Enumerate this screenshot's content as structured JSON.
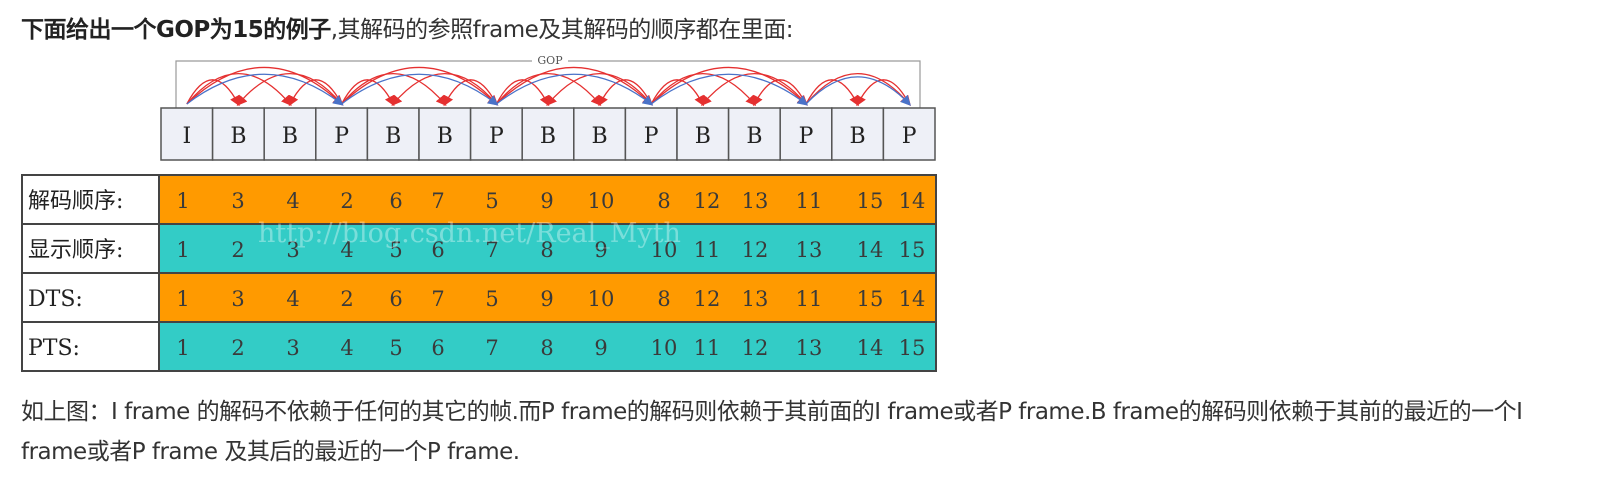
{
  "intro": {
    "bold": "下面给出一个GOP为15的例子",
    "rest": ",其解码的参照frame及其解码的顺序都在里面:"
  },
  "figure": {
    "gop_label": "GOP",
    "frames": [
      "I",
      "B",
      "B",
      "P",
      "B",
      "B",
      "P",
      "B",
      "B",
      "P",
      "B",
      "B",
      "P",
      "B",
      "P"
    ],
    "watermark": "http://blog.csdn.net/Real_Myth",
    "colors": {
      "orange": "#ff9a00",
      "teal": "#33ccc6",
      "frame_bg": "#eef0f7",
      "arrow_red": "#e53030",
      "arrow_blue": "#4a72c8"
    },
    "rows": [
      {
        "label": "解码顺序:",
        "color": "orange",
        "values": [
          "1",
          "3",
          "4",
          "2",
          "6",
          "7",
          "5",
          "9",
          "10",
          "8",
          "12",
          "13",
          "11",
          "15",
          "14"
        ]
      },
      {
        "label": "显示顺序:",
        "color": "teal",
        "values": [
          "1",
          "2",
          "3",
          "4",
          "5",
          "6",
          "7",
          "8",
          "9",
          "10",
          "11",
          "12",
          "13",
          "14",
          "15"
        ]
      },
      {
        "label": "DTS:",
        "color": "orange",
        "values": [
          "1",
          "3",
          "4",
          "2",
          "6",
          "7",
          "5",
          "9",
          "10",
          "8",
          "12",
          "13",
          "11",
          "15",
          "14"
        ]
      },
      {
        "label": "PTS:",
        "color": "teal",
        "values": [
          "1",
          "2",
          "3",
          "4",
          "5",
          "6",
          "7",
          "8",
          "9",
          "10",
          "11",
          "12",
          "13",
          "14",
          "15"
        ]
      }
    ]
  },
  "caption": "如上图：I frame 的解码不依赖于任何的其它的帧.而P frame的解码则依赖于其前面的I frame或者P frame.B frame的解码则依赖于其前的最近的一个I frame或者P frame 及其后的最近的一个P frame."
}
